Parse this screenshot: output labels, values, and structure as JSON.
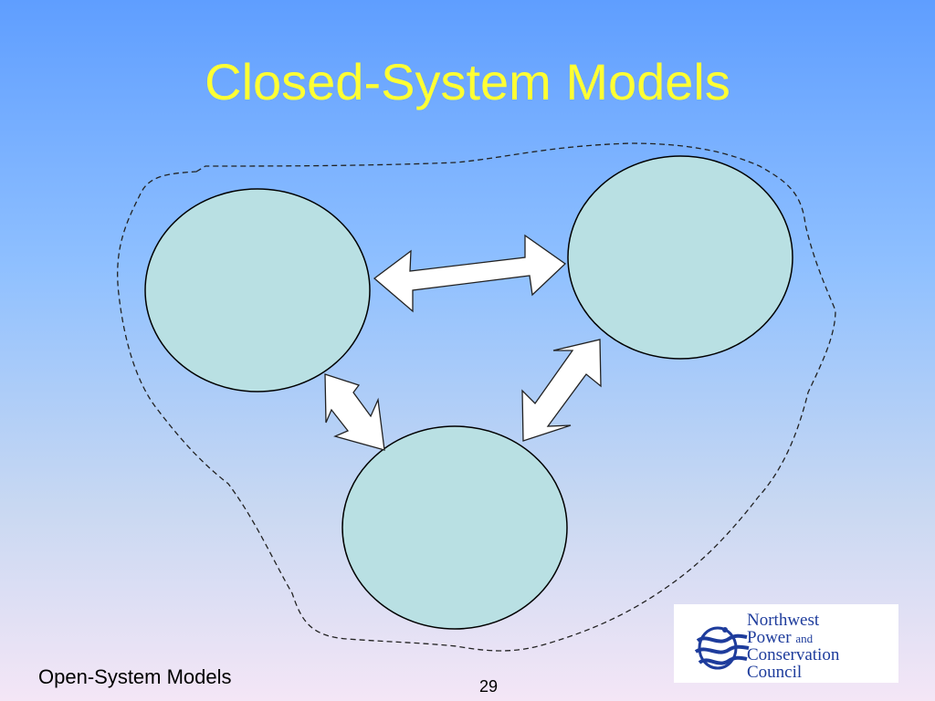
{
  "slide": {
    "title": "Closed-System Models",
    "footer_label": "Open-System Models",
    "slide_number": "29"
  },
  "diagram": {
    "nodes": [
      "top-left",
      "top-right",
      "bottom"
    ],
    "edges": [
      {
        "from": "top-left",
        "to": "top-right",
        "type": "bidirectional"
      },
      {
        "from": "top-right",
        "to": "bottom",
        "type": "bidirectional"
      },
      {
        "from": "top-left",
        "to": "bottom",
        "type": "bidirectional"
      }
    ],
    "boundary": "dashed"
  },
  "logo": {
    "line1": "Northwest",
    "line2": "Power",
    "line2_small": "and",
    "line3": "Conservation",
    "line4": "Council"
  },
  "colors": {
    "title": "#ffff33",
    "node_fill": "#b9e0e3",
    "arrow_fill": "#ffffff",
    "logo_text": "#1e3c9c"
  }
}
